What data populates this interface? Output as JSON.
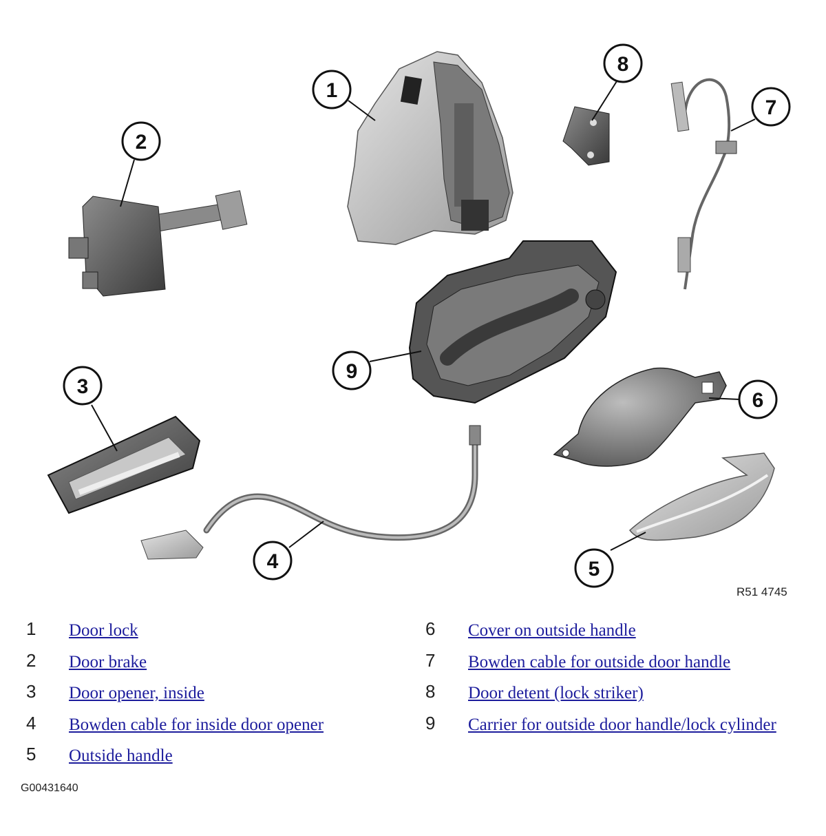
{
  "diagram": {
    "reference_code": "R51 4745",
    "callouts": [
      "1",
      "2",
      "3",
      "4",
      "5",
      "6",
      "7",
      "8",
      "9"
    ]
  },
  "legend": {
    "items": [
      {
        "number": "1",
        "label": "Door lock"
      },
      {
        "number": "2",
        "label": "Door brake"
      },
      {
        "number": "3",
        "label": "Door opener, inside"
      },
      {
        "number": "4",
        "label": "Bowden cable for inside door opener"
      },
      {
        "number": "5",
        "label": "Outside handle"
      },
      {
        "number": "6",
        "label": "Cover on outside handle"
      },
      {
        "number": "7",
        "label": "Bowden cable for outside door handle"
      },
      {
        "number": "8",
        "label": "Door detent (lock striker)"
      },
      {
        "number": "9",
        "label": "Carrier for outside door handle/lock cylinder"
      }
    ]
  },
  "footer": {
    "document_id": "G00431640"
  }
}
